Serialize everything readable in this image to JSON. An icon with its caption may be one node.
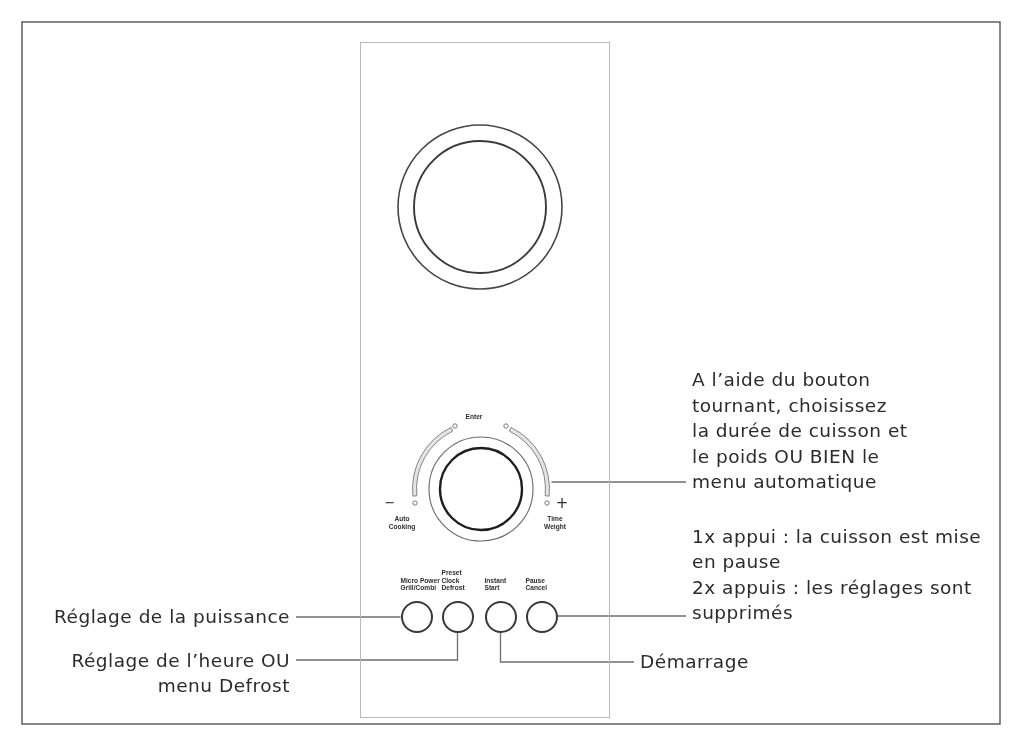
{
  "diagram": {
    "nodes": [
      {
        "text": [],
        "shape": "box"
      },
      {
        "text": [],
        "shape": "circle",
        "in": 0
      },
      {
        "text": [],
        "shape": "circle",
        "in": 0
      },
      {
        "text": [
          "Micro Power Grill/Combi"
        ],
        "in": 0
      },
      {
        "text": [
          "Preset Clock Defrost"
        ],
        "in": 0
      },
      {
        "text": [
          "Instant Start"
        ],
        "in": 0
      },
      {
        "text": [
          "Pause Cancel"
        ],
        "in": 0
      },
      {
        "text": [
          "A l’aide du bouton tournant, choisissez la durée de cuisson et le poids OU BIEN le menu automatique"
        ]
      },
      {
        "text": [
          "1x appui : la cuisson est mise en pause",
          "2x appuis : les réglages sont supprimés"
        ]
      },
      {
        "text": [
          "Réglage de la puissance"
        ]
      },
      {
        "text": [
          "Réglage de l’heure OU menu Defrost"
        ]
      },
      {
        "text": [
          "Démarrage"
        ]
      }
    ],
    "edges": [
      {
        "from": 7,
        "to": 2,
        "arrow": "none"
      },
      {
        "from": 8,
        "to": 6,
        "arrow": "none"
      },
      {
        "from": 9,
        "to": 3,
        "arrow": "none"
      },
      {
        "from": 10,
        "to": 4,
        "arrow": "none"
      },
      {
        "from": 11,
        "to": 5,
        "arrow": "none"
      }
    ],
    "labels": [
      "Enter",
      "−",
      "+",
      "Auto Cooking",
      "Time Weight"
    ]
  }
}
